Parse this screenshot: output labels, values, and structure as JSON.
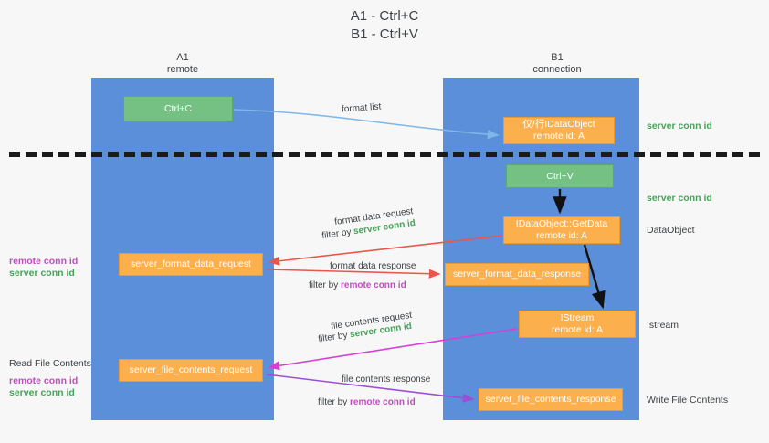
{
  "title": {
    "line1": "A1 - Ctrl+C",
    "line2": "B1 - Ctrl+V"
  },
  "columns": {
    "left": {
      "name": "A1",
      "role": "remote"
    },
    "right": {
      "name": "B1",
      "role": "connection"
    }
  },
  "boxes": {
    "ctrl_c": {
      "label": "Ctrl+C",
      "color": "#74c183"
    },
    "data_object": {
      "line1": "仅/行IDataObject",
      "line2": "remote id: A",
      "color": "#fbb04d"
    },
    "ctrl_v": {
      "label": "Ctrl+V",
      "color": "#74c183"
    },
    "get_data": {
      "line1": "IDataObject::GetData",
      "line2": "remote id: A",
      "color": "#fbb04d"
    },
    "istream": {
      "line1": "IStream",
      "line2": "remote id: A",
      "color": "#fbb04d"
    },
    "format_data_request": {
      "label": "server_format_data_request",
      "color": "#fbb04d"
    },
    "format_data_response": {
      "label": "server_format_data_response",
      "color": "#fbb04d"
    },
    "file_contents_request": {
      "label": "server_file_contents_request",
      "color": "#fbb04d"
    },
    "file_contents_response": {
      "label": "server_file_contents_response",
      "color": "#fbb04d"
    }
  },
  "arrow_captions": {
    "format_list": "format list",
    "format_data_request": "format data request",
    "format_data_request_filter_prefix": "filter by ",
    "format_data_request_filter_value": "server conn id",
    "format_data_response": "format data response",
    "format_data_response_filter_prefix": "filter by ",
    "format_data_response_filter_value": "remote conn id",
    "file_contents_request": "file contents request",
    "file_contents_request_filter_prefix": "filter by ",
    "file_contents_request_filter_value": "server conn id",
    "file_contents_response": "file contents response",
    "file_contents_response_filter_prefix": "filter by ",
    "file_contents_response_filter_value": "remote conn id"
  },
  "right_notes": {
    "server_conn_id_1": "server conn id",
    "server_conn_id_2": "server conn id",
    "data_object": "DataObject",
    "istream": "Istream",
    "write_file_contents": "Write File Contents"
  },
  "left_notes": {
    "remote_conn_id_1": "remote conn id",
    "server_conn_id_1": "server conn id",
    "read_file_contents": "Read File Contents",
    "remote_conn_id_2": "remote conn id",
    "server_conn_id_2": "server conn id"
  },
  "colors": {
    "lifeline": "#5b8fd9",
    "green_box": "#74c183",
    "orange_box": "#fbb04d",
    "green_text": "#46a35a",
    "magenta_text": "#c24bc2",
    "arrow_blue": "#7fb7e8",
    "arrow_red": "#e8574a",
    "arrow_magenta": "#d63fd6",
    "arrow_purple": "#9b4fd6",
    "arrow_black": "#111111",
    "background": "#f7f7f7"
  }
}
